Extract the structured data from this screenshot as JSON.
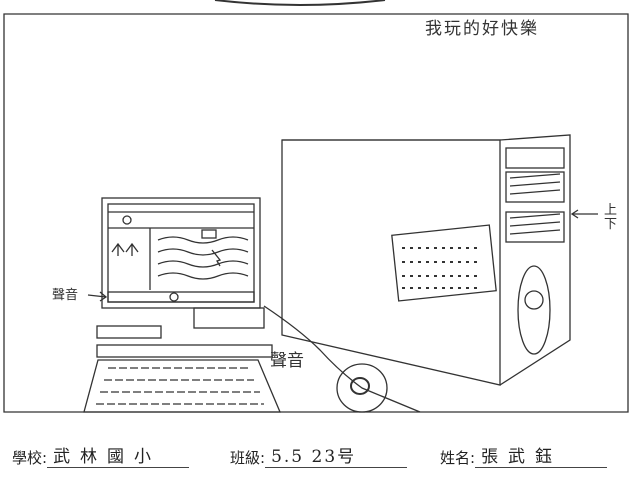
{
  "title": "我玩的好快樂",
  "labels": {
    "speaker_left": "聲音",
    "speaker_middle": "聲音",
    "drive": "上下"
  },
  "footer": {
    "school_label": "學校:",
    "school_value": "武林國小",
    "class_label": "班級:",
    "class_value": "5.5 23号",
    "name_label": "姓名:",
    "name_value": "張武鈺"
  }
}
